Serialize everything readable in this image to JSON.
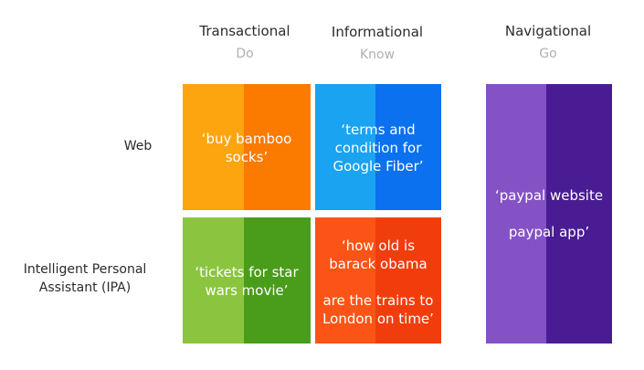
{
  "columns": [
    {
      "title": "Transactional",
      "sub": "Do"
    },
    {
      "title": "Informational",
      "sub": "Know"
    },
    {
      "title": "Navigational",
      "sub": "Go"
    }
  ],
  "rows": [
    {
      "label": "Web"
    },
    {
      "label": "Intelligent Personal\nAssistant (IPA)"
    }
  ],
  "cells": {
    "web_transactional": "‘buy bamboo\nsocks’",
    "web_informational": "‘terms and\ncondition for\nGoogle Fiber’",
    "ipa_transactional": "‘tickets for star\nwars movie’",
    "ipa_informational": "‘how old is\nbarack obama\n\nare the trains to\nLondon on time’",
    "navigational": "‘paypal website\n\npaypal app’"
  },
  "colors": {
    "orange_left": "#fca50f",
    "orange_right": "#fb7a00",
    "blue_left": "#1aa3f1",
    "blue_right": "#0b71ee",
    "green_left": "#8bc540",
    "green_right": "#4a9d1b",
    "red_left": "#fb5416",
    "red_right": "#f13d0c",
    "purple_left": "#8452c4",
    "purple_right": "#4a1c94"
  }
}
